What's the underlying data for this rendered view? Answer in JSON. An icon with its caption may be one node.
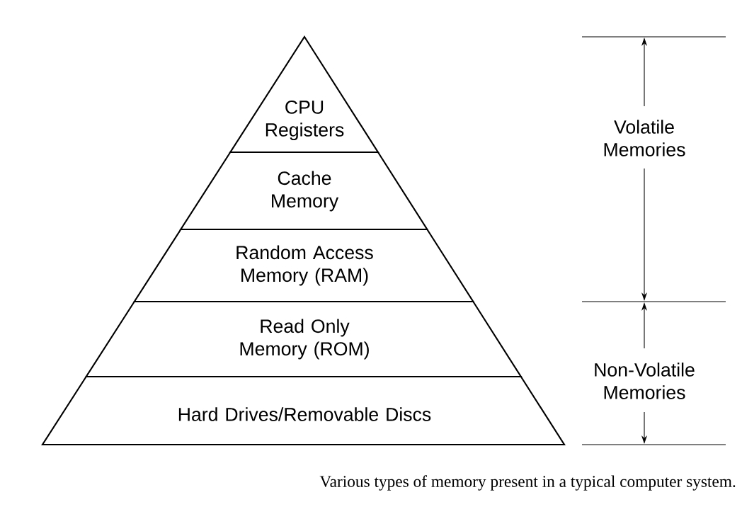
{
  "diagram": {
    "caption": "Various types of memory present in a typical computer system.",
    "nodes": [
      {
        "text": [
          "CPU Registers"
        ]
      },
      {
        "text": [
          "Cache Memory"
        ]
      },
      {
        "text": [
          "Random Access Memory (RAM)"
        ]
      },
      {
        "text": [
          "Read Only Memory (ROM)"
        ]
      },
      {
        "text": [
          "Hard Drives/Removable Discs"
        ]
      }
    ],
    "labels": [
      "Volatile Memories",
      "Non-Volatile Memories"
    ]
  }
}
